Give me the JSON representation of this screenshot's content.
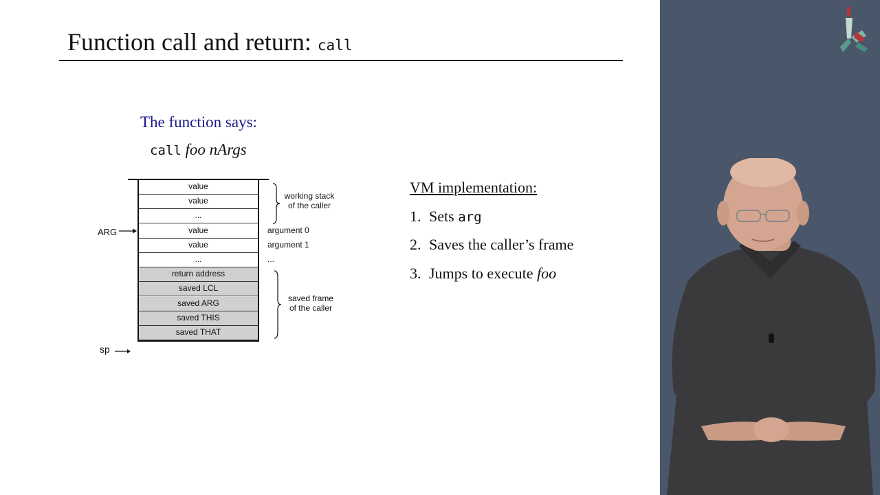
{
  "slide": {
    "title_text": "Function call and return: ",
    "title_code": "call",
    "function_says": "The function says:",
    "call_code": "call",
    "call_args": "foo nArgs"
  },
  "stack": {
    "cells": [
      {
        "label": "value",
        "saved": false
      },
      {
        "label": "value",
        "saved": false
      },
      {
        "label": "...",
        "saved": false
      },
      {
        "label": "value",
        "saved": false
      },
      {
        "label": "value",
        "saved": false
      },
      {
        "label": "...",
        "saved": false
      },
      {
        "label": "return address",
        "saved": true
      },
      {
        "label": "saved LCL",
        "saved": true
      },
      {
        "label": "saved ARG",
        "saved": true
      },
      {
        "label": "saved THIS",
        "saved": true
      },
      {
        "label": "saved THAT",
        "saved": true
      }
    ],
    "working_stack_label_1": "working stack",
    "working_stack_label_2": "of the caller",
    "argument_0": "argument 0",
    "argument_1": "argument 1",
    "argument_more": "...",
    "saved_frame_label_1": "saved frame",
    "saved_frame_label_2": "of the caller",
    "arg_pointer": "ARG",
    "sp_pointer": "sp"
  },
  "vm": {
    "heading": "VM implementation:",
    "step1_num": "1.",
    "step1_text": "Sets ",
    "step1_code": "arg",
    "step2_num": "2.",
    "step2_text": "Saves the caller’s frame",
    "step3_num": "3.",
    "step3_text": "Jumps to execute ",
    "step3_italic": "foo"
  },
  "colors": {
    "video_background": "#4a5669",
    "heading_blue": "#1a1a8c",
    "saved_cell": "#d0d0d0"
  },
  "icons": {
    "logo": "course-logo-icon",
    "presenter": "presenter-video"
  }
}
